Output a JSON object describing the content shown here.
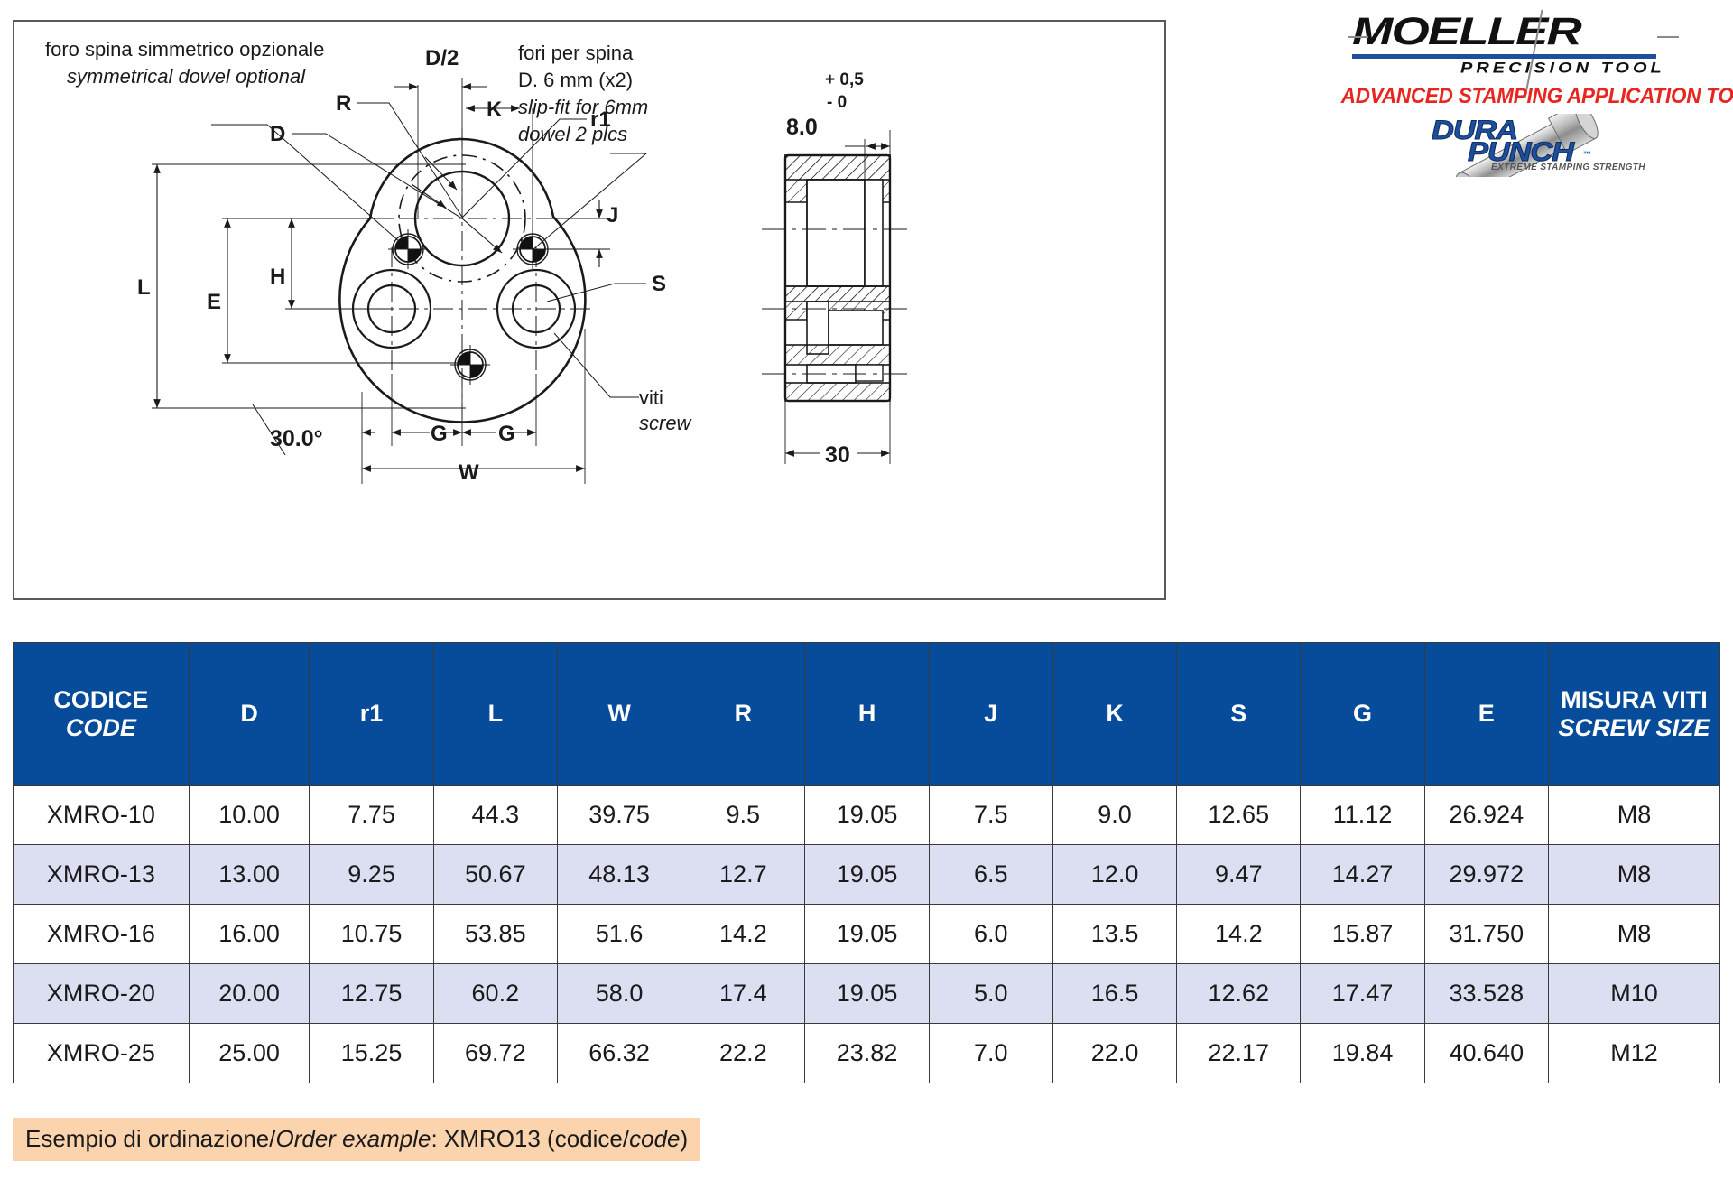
{
  "drawing": {
    "notes": [
      {
        "it": "foro spina simmetrico opzionale",
        "en": "symmetrical dowel optional"
      },
      {
        "it": "fori per spina",
        "it2": "D. 6 mm (x2)",
        "en": "slip-fit for 6mm",
        "en2": "dowel 2 plcs"
      },
      {
        "it": "viti",
        "en": "screw"
      }
    ],
    "note1_line1": "foro spina simmetrico opzionale",
    "note1_line2": "symmetrical dowel optional",
    "note2_line1": "fori per spina",
    "note2_line2": "D. 6 mm (x2)",
    "note2_line3": "slip-fit for 6mm",
    "note2_line4": "dowel 2 plcs",
    "note3_line1": "viti",
    "note3_line2": "screw",
    "dim_labels": {
      "d_half": "D/2",
      "r": "R",
      "d": "D",
      "k": "K",
      "r1": "r1",
      "j": "J",
      "s": "S",
      "l": "L",
      "e": "E",
      "h": "H",
      "g1": "G",
      "g2": "G",
      "w": "W",
      "angle": "30.0°"
    },
    "section": {
      "tol_upper": "+ 0,5",
      "tol_lower": "- 0",
      "thickness": "8.0",
      "width": "30"
    }
  },
  "brand": {
    "wordmark": "MOELLER",
    "subtitle": "PRECISION TOOL",
    "tagline": "ADVANCED STAMPING APPLICATION TOOLING",
    "durapunch_line1": "DURA",
    "durapunch_line2": "PUNCH",
    "durapunch_tm": "™",
    "durapunch_sub": "EXTREME STAMPING STRENGTH"
  },
  "table": {
    "headers": [
      {
        "ro": "CODICE",
        "it": "CODE"
      },
      {
        "ro": "D",
        "it": ""
      },
      {
        "ro": "r1",
        "it": ""
      },
      {
        "ro": "L",
        "it": ""
      },
      {
        "ro": "W",
        "it": ""
      },
      {
        "ro": "R",
        "it": ""
      },
      {
        "ro": "H",
        "it": ""
      },
      {
        "ro": "J",
        "it": ""
      },
      {
        "ro": "K",
        "it": ""
      },
      {
        "ro": "S",
        "it": ""
      },
      {
        "ro": "G",
        "it": ""
      },
      {
        "ro": "E",
        "it": ""
      },
      {
        "ro": "MISURA VITI",
        "it": "SCREW SIZE"
      }
    ],
    "rows": [
      [
        "XMRO-10",
        "10.00",
        "7.75",
        "44.3",
        "39.75",
        "9.5",
        "19.05",
        "7.5",
        "9.0",
        "12.65",
        "11.12",
        "26.924",
        "M8"
      ],
      [
        "XMRO-13",
        "13.00",
        "9.25",
        "50.67",
        "48.13",
        "12.7",
        "19.05",
        "6.5",
        "12.0",
        "9.47",
        "14.27",
        "29.972",
        "M8"
      ],
      [
        "XMRO-16",
        "16.00",
        "10.75",
        "53.85",
        "51.6",
        "14.2",
        "19.05",
        "6.0",
        "13.5",
        "14.2",
        "15.87",
        "31.750",
        "M8"
      ],
      [
        "XMRO-20",
        "20.00",
        "12.75",
        "60.2",
        "58.0",
        "17.4",
        "19.05",
        "5.0",
        "16.5",
        "12.62",
        "17.47",
        "33.528",
        "M10"
      ],
      [
        "XMRO-25",
        "25.00",
        "15.25",
        "69.72",
        "66.32",
        "22.2",
        "23.82",
        "7.0",
        "22.0",
        "22.17",
        "19.84",
        "40.640",
        "M12"
      ]
    ]
  },
  "order_example": {
    "label_it": "Esempio di ordinazione/",
    "label_en": "Order example",
    "rest": ": XMRO13 (codice/",
    "code_it": "code",
    "close": ")"
  },
  "colors": {
    "header_blue": "#064c9a",
    "alt_row": "#dcdff2",
    "accent_red": "#e8251f",
    "brand_blue": "#1f4e9c",
    "order_bg": "#fbd3ad"
  }
}
